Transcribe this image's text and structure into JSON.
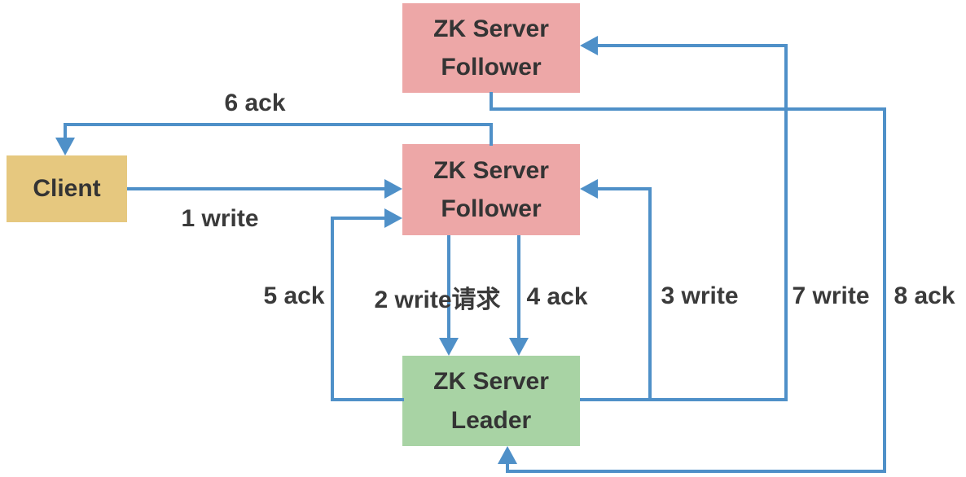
{
  "diagram_type": "flow-diagram",
  "nodes": {
    "client": {
      "label": "Client",
      "fill": "#e6c87f"
    },
    "follower_top": {
      "line1": "ZK Server",
      "line2": "Follower",
      "fill": "#eda7a7"
    },
    "follower_mid": {
      "line1": "ZK Server",
      "line2": "Follower",
      "fill": "#eda7a7"
    },
    "leader": {
      "line1": "ZK Server",
      "line2": "Leader",
      "fill": "#a8d3a4"
    }
  },
  "edges": [
    {
      "n": 1,
      "label": "1 write",
      "from": "client",
      "to": "follower_mid"
    },
    {
      "n": 2,
      "label": "2 write请求",
      "from": "follower_mid",
      "to": "leader"
    },
    {
      "n": 3,
      "label": "3 write",
      "from": "leader",
      "to": "follower_mid"
    },
    {
      "n": 4,
      "label": "4 ack",
      "from": "follower_mid",
      "to": "leader"
    },
    {
      "n": 5,
      "label": "5 ack",
      "from": "leader",
      "to": "follower_mid"
    },
    {
      "n": 6,
      "label": "6 ack",
      "from": "follower_mid",
      "to": "client"
    },
    {
      "n": 7,
      "label": "7 write",
      "from": "leader",
      "to": "follower_top"
    },
    {
      "n": 8,
      "label": "8 ack",
      "from": "follower_top",
      "to": "leader"
    }
  ],
  "colors": {
    "arrow_blue": "#4f90c8",
    "box_pink": "#eda7a7",
    "box_green": "#a8d3a4",
    "box_yellow": "#e6c87f",
    "label_text": "#3a3a3a",
    "background": "#ffffff"
  }
}
